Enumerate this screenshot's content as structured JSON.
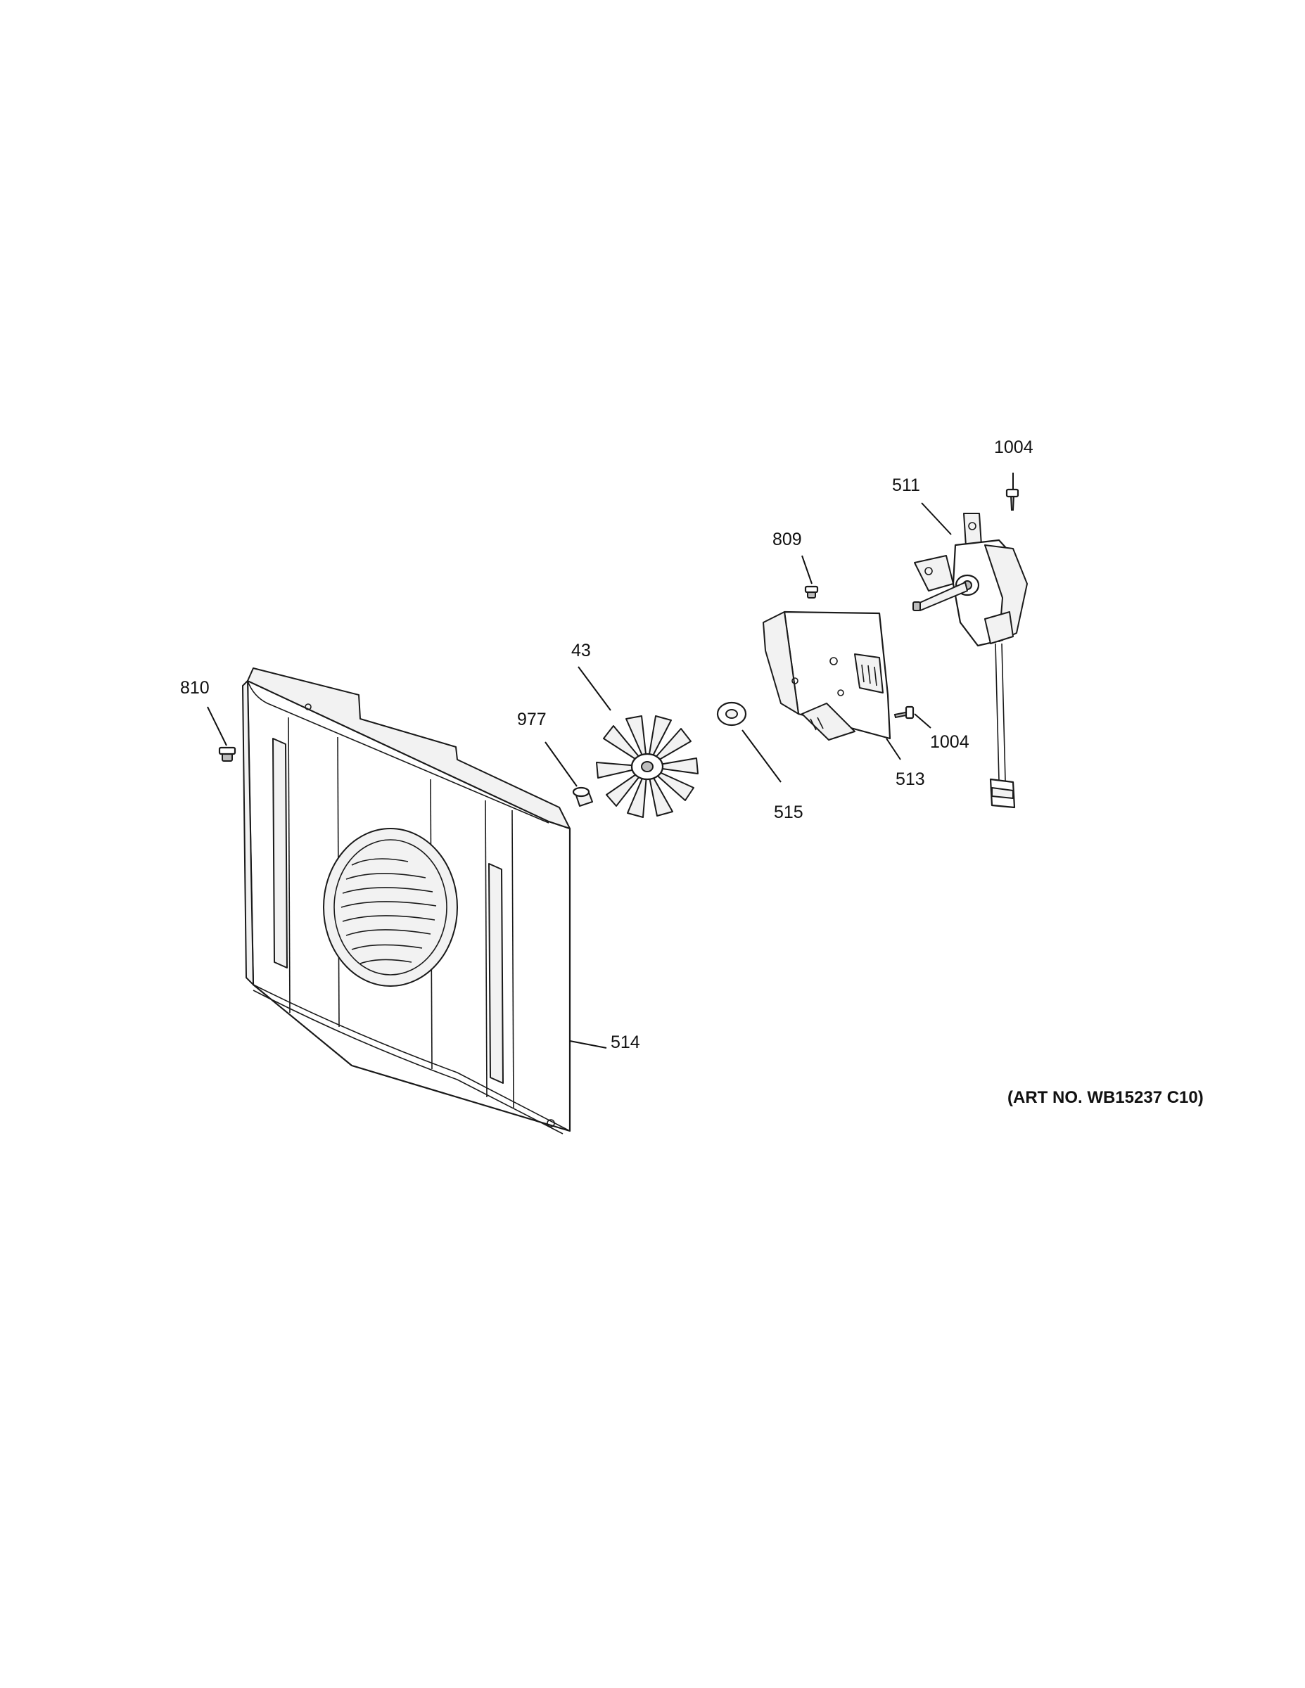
{
  "callouts": [
    {
      "id": "810",
      "label": "810"
    },
    {
      "id": "977",
      "label": "977"
    },
    {
      "id": "43",
      "label": "43"
    },
    {
      "id": "515",
      "label": "515"
    },
    {
      "id": "809",
      "label": "809"
    },
    {
      "id": "513",
      "label": "513"
    },
    {
      "id": "1004-top",
      "label": "1004"
    },
    {
      "id": "1004-mid",
      "label": "1004"
    },
    {
      "id": "511",
      "label": "511"
    },
    {
      "id": "514",
      "label": "514"
    }
  ],
  "art_number": "(ART NO. WB15237 C10)"
}
